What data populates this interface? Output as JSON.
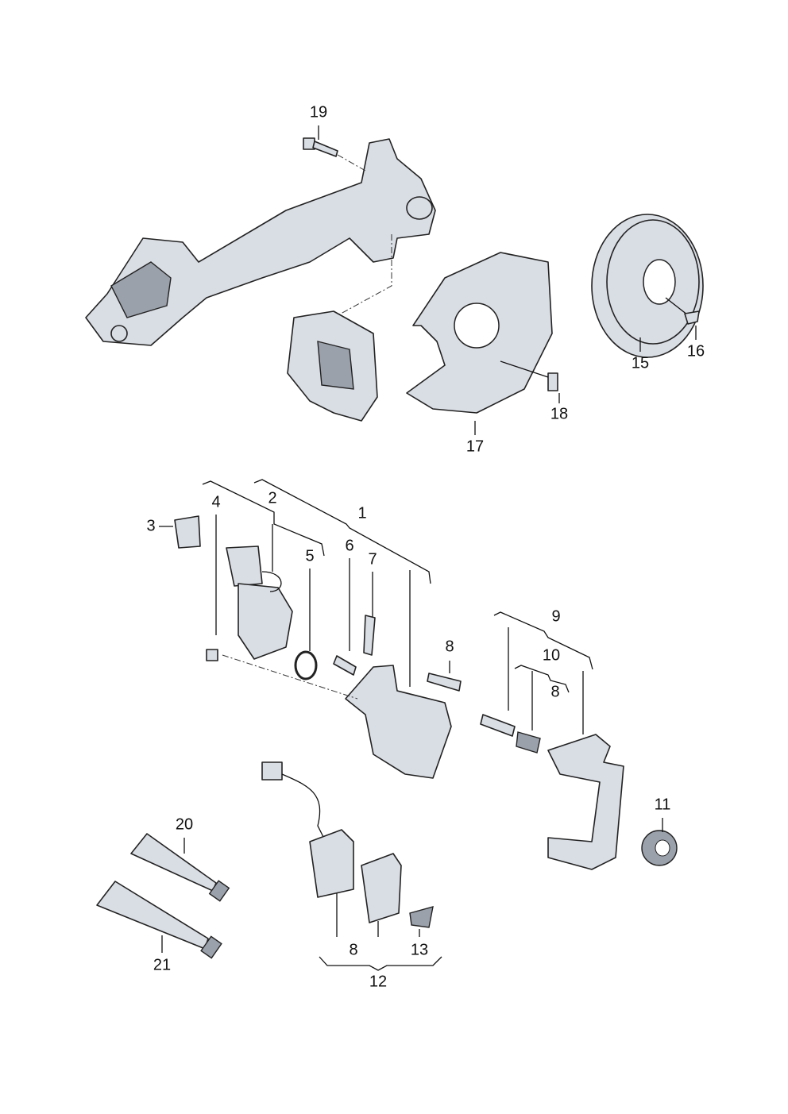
{
  "title": "Rear brake assembly exploded parts diagram",
  "labels": [
    "19",
    "15",
    "16",
    "18",
    "17",
    "4",
    "2",
    "1",
    "3",
    "5",
    "6",
    "7",
    "8",
    "9",
    "10",
    "8",
    "11",
    "20",
    "21",
    "8",
    "13",
    "12"
  ]
}
